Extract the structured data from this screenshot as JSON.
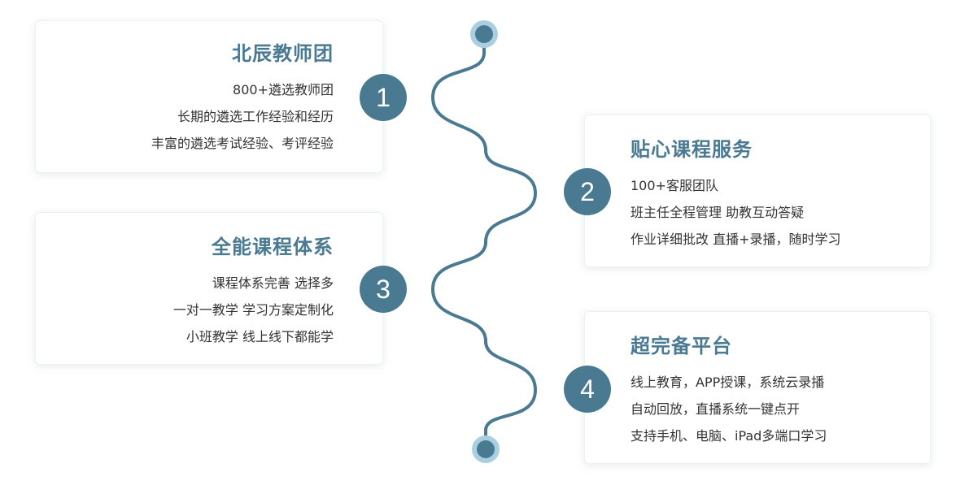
{
  "cards": [
    {
      "number": "1",
      "title": "北辰教师团",
      "lines": [
        "800+遴选教师团",
        "长期的遴选工作经验和经历",
        "丰富的遴选考试经验、考评经验"
      ]
    },
    {
      "number": "2",
      "title": "贴心课程服务",
      "lines": [
        "100+客服团队",
        "班主任全程管理  助教互动答疑",
        "作业详细批改  直播+录播，随时学习"
      ]
    },
    {
      "number": "3",
      "title": "全能课程体系",
      "lines": [
        "课程体系完善 选择多",
        "一对一教学 学习方案定制化",
        "小班教学 线上线下都能学"
      ]
    },
    {
      "number": "4",
      "title": "超完备平台",
      "lines": [
        "线上教育，APP授课，系统云录播",
        "自动回放，直播系统一键点开",
        "支持手机、电脑、iPad多端口学习"
      ]
    }
  ],
  "colors": {
    "accent": "#4a7a92",
    "endpoint_ring": "#a9cfe0",
    "text": "#333333"
  }
}
